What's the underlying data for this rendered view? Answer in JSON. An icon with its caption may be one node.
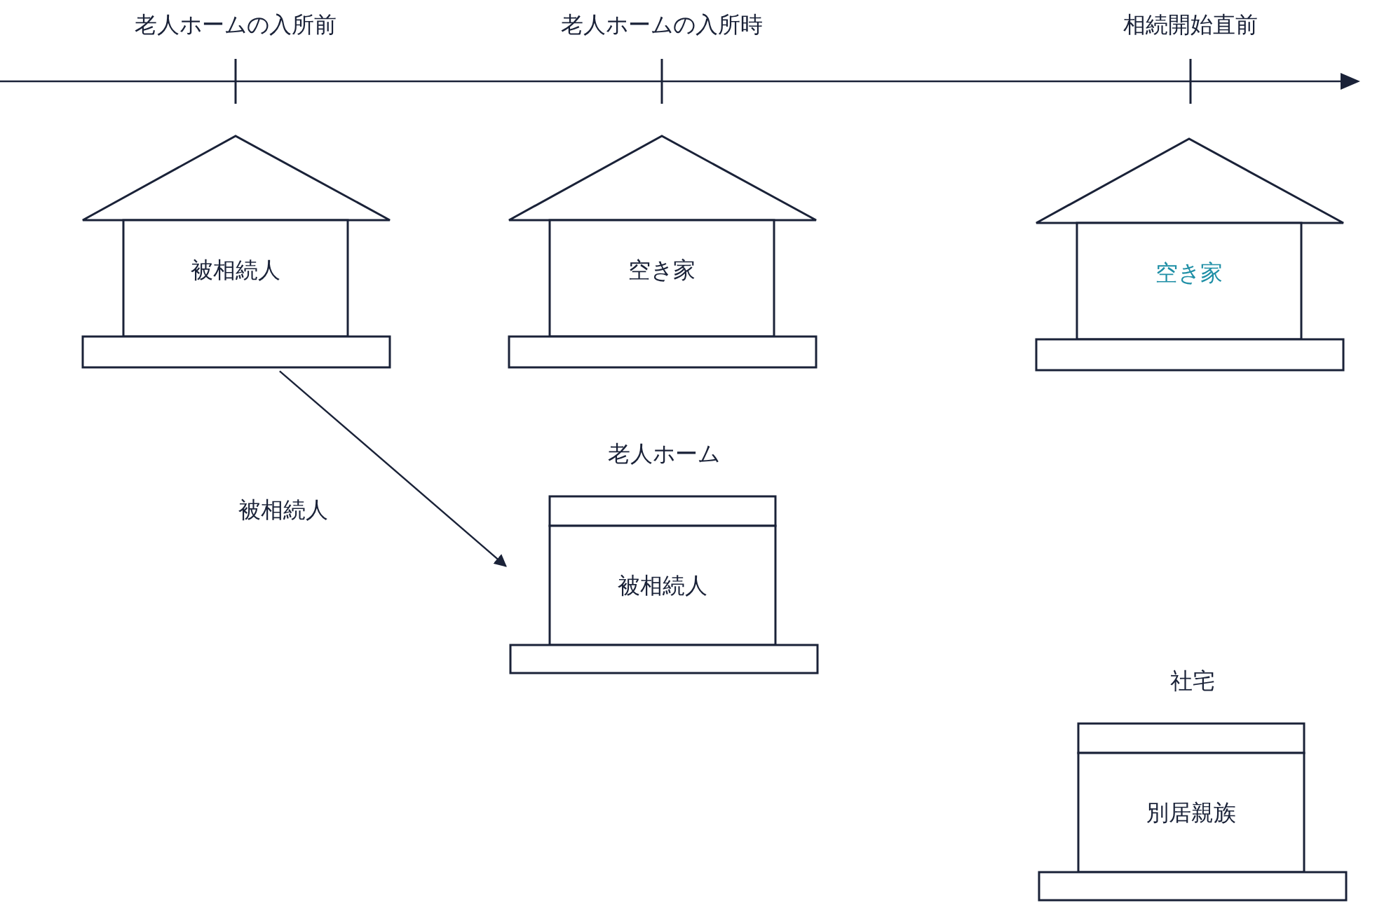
{
  "diagram": {
    "nodes": [
      {
        "text": [
          "被相続人"
        ]
      },
      {
        "text": [
          "空き家"
        ]
      },
      {
        "text": [
          "空き家"
        ]
      },
      {
        "text": [
          "老人ホーム",
          "被相続人"
        ]
      },
      {
        "text": [
          "社宅",
          "別居親族"
        ]
      }
    ],
    "edges": [
      {
        "from": 0,
        "to": 3,
        "arrow": "to",
        "label": "被相続人"
      }
    ],
    "labels": [
      "老人ホームの入所前",
      "老人ホームの入所時",
      "相続開始直前"
    ]
  }
}
